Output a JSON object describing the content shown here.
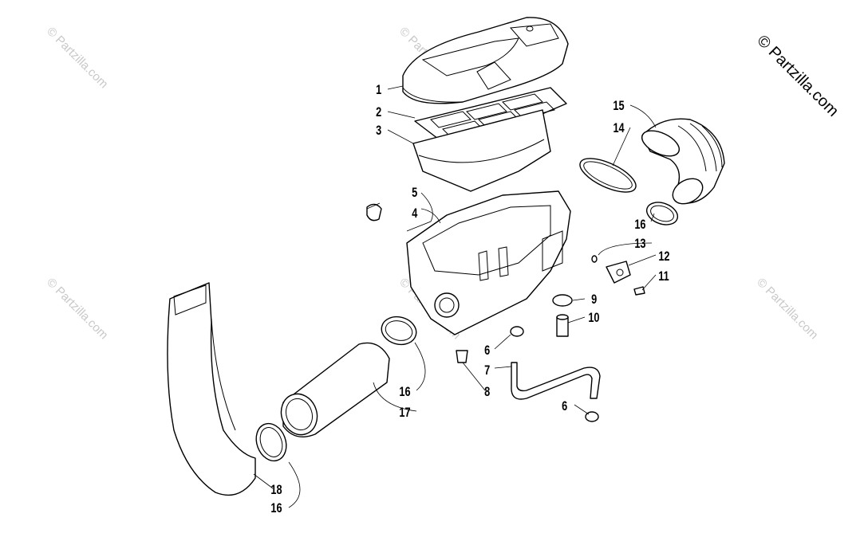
{
  "watermarks": {
    "corner_text": "© Partzilla.com",
    "faint_text": "© Partzilla.com"
  },
  "callouts": [
    {
      "id": "c1",
      "label": "1"
    },
    {
      "id": "c2",
      "label": "2"
    },
    {
      "id": "c3",
      "label": "3"
    },
    {
      "id": "c4",
      "label": "4"
    },
    {
      "id": "c5",
      "label": "5"
    },
    {
      "id": "c6a",
      "label": "6"
    },
    {
      "id": "c6b",
      "label": "6"
    },
    {
      "id": "c7",
      "label": "7"
    },
    {
      "id": "c8",
      "label": "8"
    },
    {
      "id": "c9",
      "label": "9"
    },
    {
      "id": "c10",
      "label": "10"
    },
    {
      "id": "c11",
      "label": "11"
    },
    {
      "id": "c12",
      "label": "12"
    },
    {
      "id": "c13",
      "label": "13"
    },
    {
      "id": "c14",
      "label": "14"
    },
    {
      "id": "c15",
      "label": "15"
    },
    {
      "id": "c16a",
      "label": "16"
    },
    {
      "id": "c16b",
      "label": "16"
    },
    {
      "id": "c16c",
      "label": "16"
    },
    {
      "id": "c17",
      "label": "17"
    },
    {
      "id": "c18",
      "label": "18"
    }
  ]
}
